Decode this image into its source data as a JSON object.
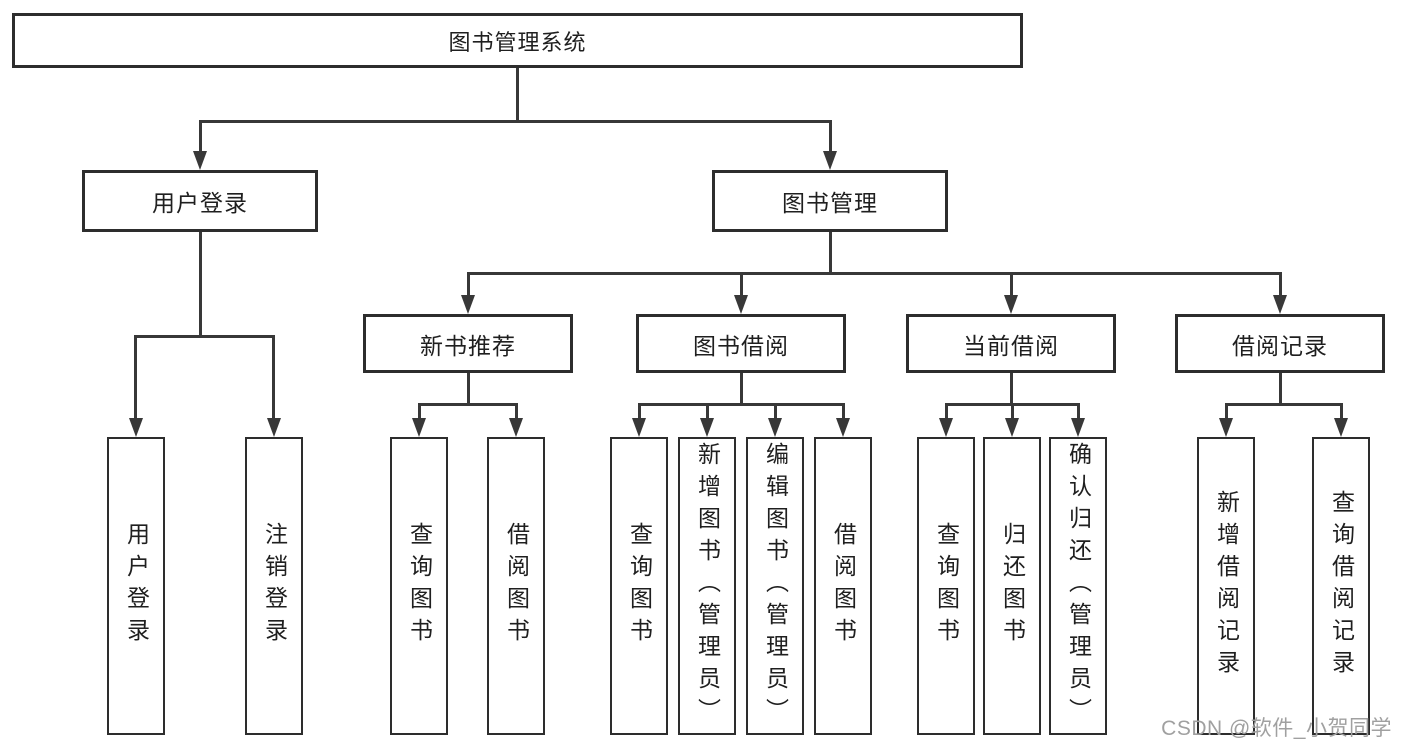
{
  "tree": {
    "label": "图书管理系统",
    "children": [
      {
        "label": "用户登录",
        "children": [
          {
            "label": "用户登录"
          },
          {
            "label": "注销登录"
          }
        ]
      },
      {
        "label": "图书管理",
        "children": [
          {
            "label": "新书推荐",
            "children": [
              {
                "label": "查询图书"
              },
              {
                "label": "借阅图书"
              }
            ]
          },
          {
            "label": "图书借阅",
            "children": [
              {
                "label": "查询图书"
              },
              {
                "label": "新增图书（管理员）"
              },
              {
                "label": "编辑图书（管理员）"
              },
              {
                "label": "借阅图书"
              }
            ]
          },
          {
            "label": "当前借阅",
            "children": [
              {
                "label": "查询图书"
              },
              {
                "label": "归还图书"
              },
              {
                "label": "确认归还（管理员）"
              }
            ]
          },
          {
            "label": "借阅记录",
            "children": [
              {
                "label": "新增借阅记录"
              },
              {
                "label": "查询借阅记录"
              }
            ]
          }
        ]
      }
    ]
  },
  "watermark": {
    "text": "CSDN @软件_小贺同学"
  },
  "colors": {
    "line": "#383838",
    "border": "#2d2d2d",
    "text": "#1f1f1f",
    "watermark": "#a0a0a0",
    "background": "#ffffff"
  }
}
